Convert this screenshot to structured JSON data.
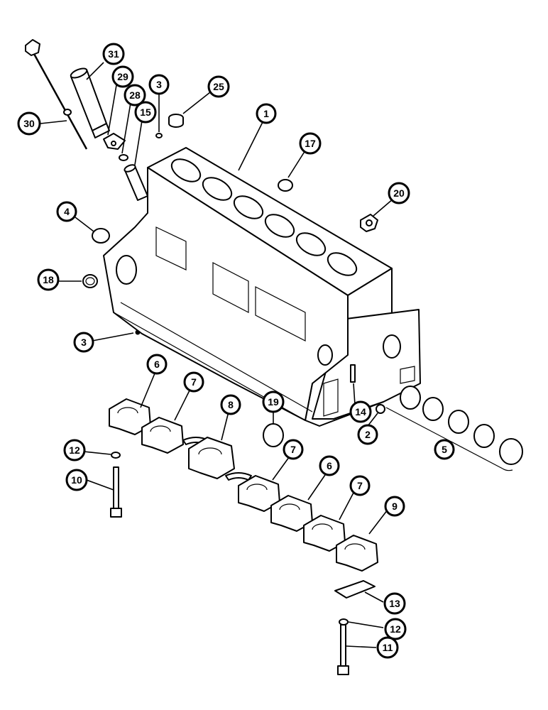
{
  "diagram": {
    "callouts": [
      {
        "id": "c31",
        "label": "31"
      },
      {
        "id": "c29",
        "label": "29"
      },
      {
        "id": "c28",
        "label": "28"
      },
      {
        "id": "c15",
        "label": "15"
      },
      {
        "id": "c3a",
        "label": "3"
      },
      {
        "id": "c25",
        "label": "25"
      },
      {
        "id": "c1",
        "label": "1"
      },
      {
        "id": "c17",
        "label": "17"
      },
      {
        "id": "c20",
        "label": "20"
      },
      {
        "id": "c30",
        "label": "30"
      },
      {
        "id": "c4",
        "label": "4"
      },
      {
        "id": "c18",
        "label": "18"
      },
      {
        "id": "c3b",
        "label": "3"
      },
      {
        "id": "c6a",
        "label": "6"
      },
      {
        "id": "c7a",
        "label": "7"
      },
      {
        "id": "c8",
        "label": "8"
      },
      {
        "id": "c19",
        "label": "19"
      },
      {
        "id": "c14",
        "label": "14"
      },
      {
        "id": "c2",
        "label": "2"
      },
      {
        "id": "c5",
        "label": "5"
      },
      {
        "id": "c12a",
        "label": "12"
      },
      {
        "id": "c10",
        "label": "10"
      },
      {
        "id": "c7b",
        "label": "7"
      },
      {
        "id": "c6b",
        "label": "6"
      },
      {
        "id": "c7c",
        "label": "7"
      },
      {
        "id": "c9",
        "label": "9"
      },
      {
        "id": "c13",
        "label": "13"
      },
      {
        "id": "c12b",
        "label": "12"
      },
      {
        "id": "c11",
        "label": "11"
      }
    ]
  }
}
